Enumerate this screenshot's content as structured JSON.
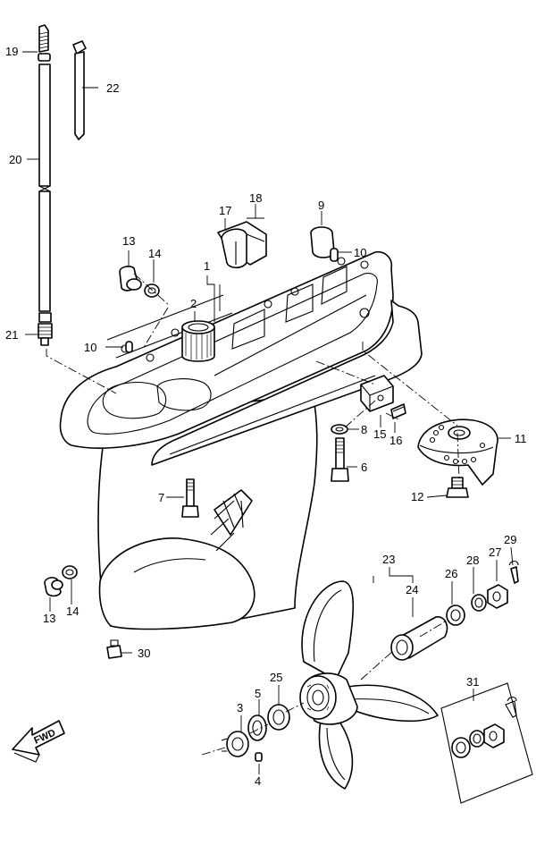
{
  "callouts": {
    "c1": "1",
    "c2": "2",
    "c3": "3",
    "c4": "4",
    "c5": "5",
    "c6": "6",
    "c7": "7",
    "c8": "8",
    "c9": "9",
    "c10a": "10",
    "c10b": "10",
    "c11": "11",
    "c12": "12",
    "c13a": "13",
    "c13b": "13",
    "c14a": "14",
    "c14b": "14",
    "c15": "15",
    "c16": "16",
    "c17": "17",
    "c18": "18",
    "c19": "19",
    "c20": "20",
    "c21": "21",
    "c22": "22",
    "c23": "23",
    "c24": "24",
    "c25": "25",
    "c26": "26",
    "c27": "27",
    "c28": "28",
    "c29": "29",
    "c30": "30",
    "c31": "31"
  },
  "fwd_label": "FWD"
}
